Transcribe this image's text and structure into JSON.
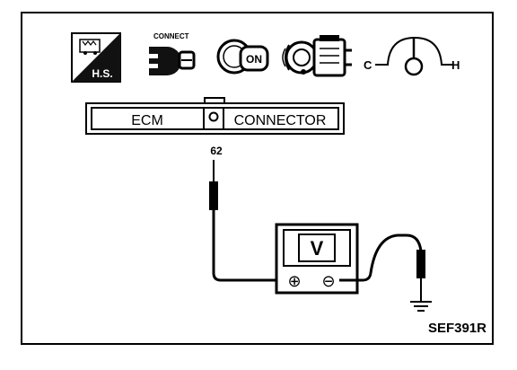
{
  "icons": {
    "hs_label": "H.S.",
    "connect_label": "CONNECT",
    "ignition_label": "ON",
    "temp_cold_label": "C",
    "temp_hot_label": "H"
  },
  "connector": {
    "left_label": "ECM",
    "right_label": "CONNECTOR",
    "terminal_number": "62"
  },
  "meter": {
    "display_label": "V",
    "positive_symbol": "⊕",
    "negative_symbol": "⊖"
  },
  "figure_code": "SEF391R"
}
